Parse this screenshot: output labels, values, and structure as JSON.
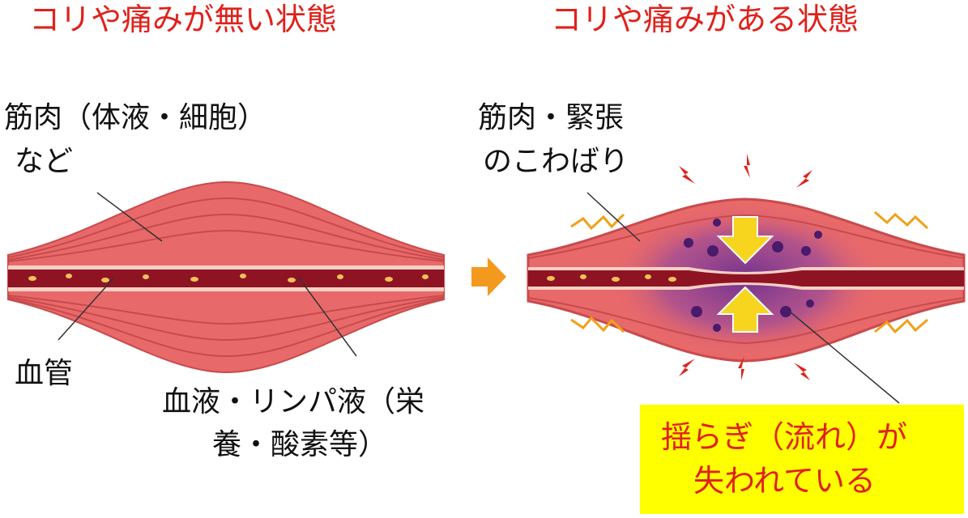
{
  "titles": {
    "left": "コリや痛みが無い状態",
    "right": "コリや痛みがある状態"
  },
  "left_labels": {
    "muscle_line1": "筋肉（体液・細胞）",
    "muscle_line2": "など",
    "vessel": "血管",
    "fluid_line1": "血液・リンパ液（栄",
    "fluid_line2": "養・酸素等）"
  },
  "right_labels": {
    "tension_line1": "筋肉・緊張",
    "tension_line2": "のこわばり"
  },
  "callout": {
    "line1": "揺らぎ（流れ）が",
    "line2": "失われている"
  },
  "colors": {
    "title_red": "#e0211b",
    "muscle": "#e8696a",
    "vessel": "#8e1424",
    "arrow_orange": "#f39a1e",
    "callout_bg": "#ffff00",
    "stagnation_purple": "#7b3f9a"
  }
}
